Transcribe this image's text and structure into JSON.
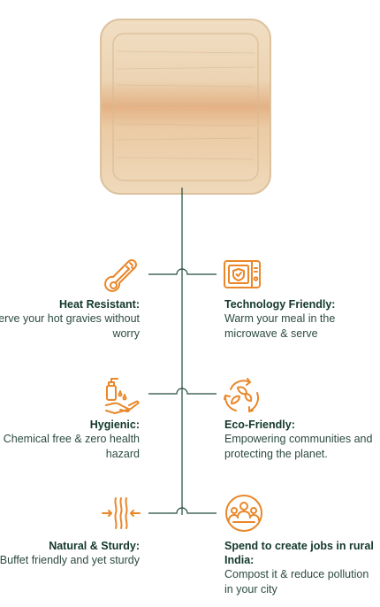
{
  "accent_color": "#e9872a",
  "line_color": "#1f4a37",
  "plate": {
    "icon": "palm-leaf-square-plate-image"
  },
  "features": {
    "heat_resistant": {
      "icon": "thermometer-icon",
      "title": "Heat Resistant:",
      "description": "Serve your hot gravies without worry"
    },
    "technology_friendly": {
      "icon": "microwave-icon",
      "title": "Technology Friendly:",
      "description": "Warm your meal in the microwave & serve"
    },
    "hygienic": {
      "icon": "hand-wash-icon",
      "title": "Hygienic:",
      "description": "Chemical free & zero health hazard"
    },
    "eco_friendly": {
      "icon": "recycle-leaf-icon",
      "title": "Eco-Friendly:",
      "description": "Empowering communities and protecting the planet."
    },
    "natural_sturdy": {
      "icon": "compress-arrows-icon",
      "title": "Natural & Sturdy:",
      "description": "Buffet friendly and yet sturdy"
    },
    "jobs": {
      "icon": "community-people-icon",
      "title": "Spend to create jobs in rural India:",
      "description": "Compost it & reduce pollution in your city"
    }
  }
}
